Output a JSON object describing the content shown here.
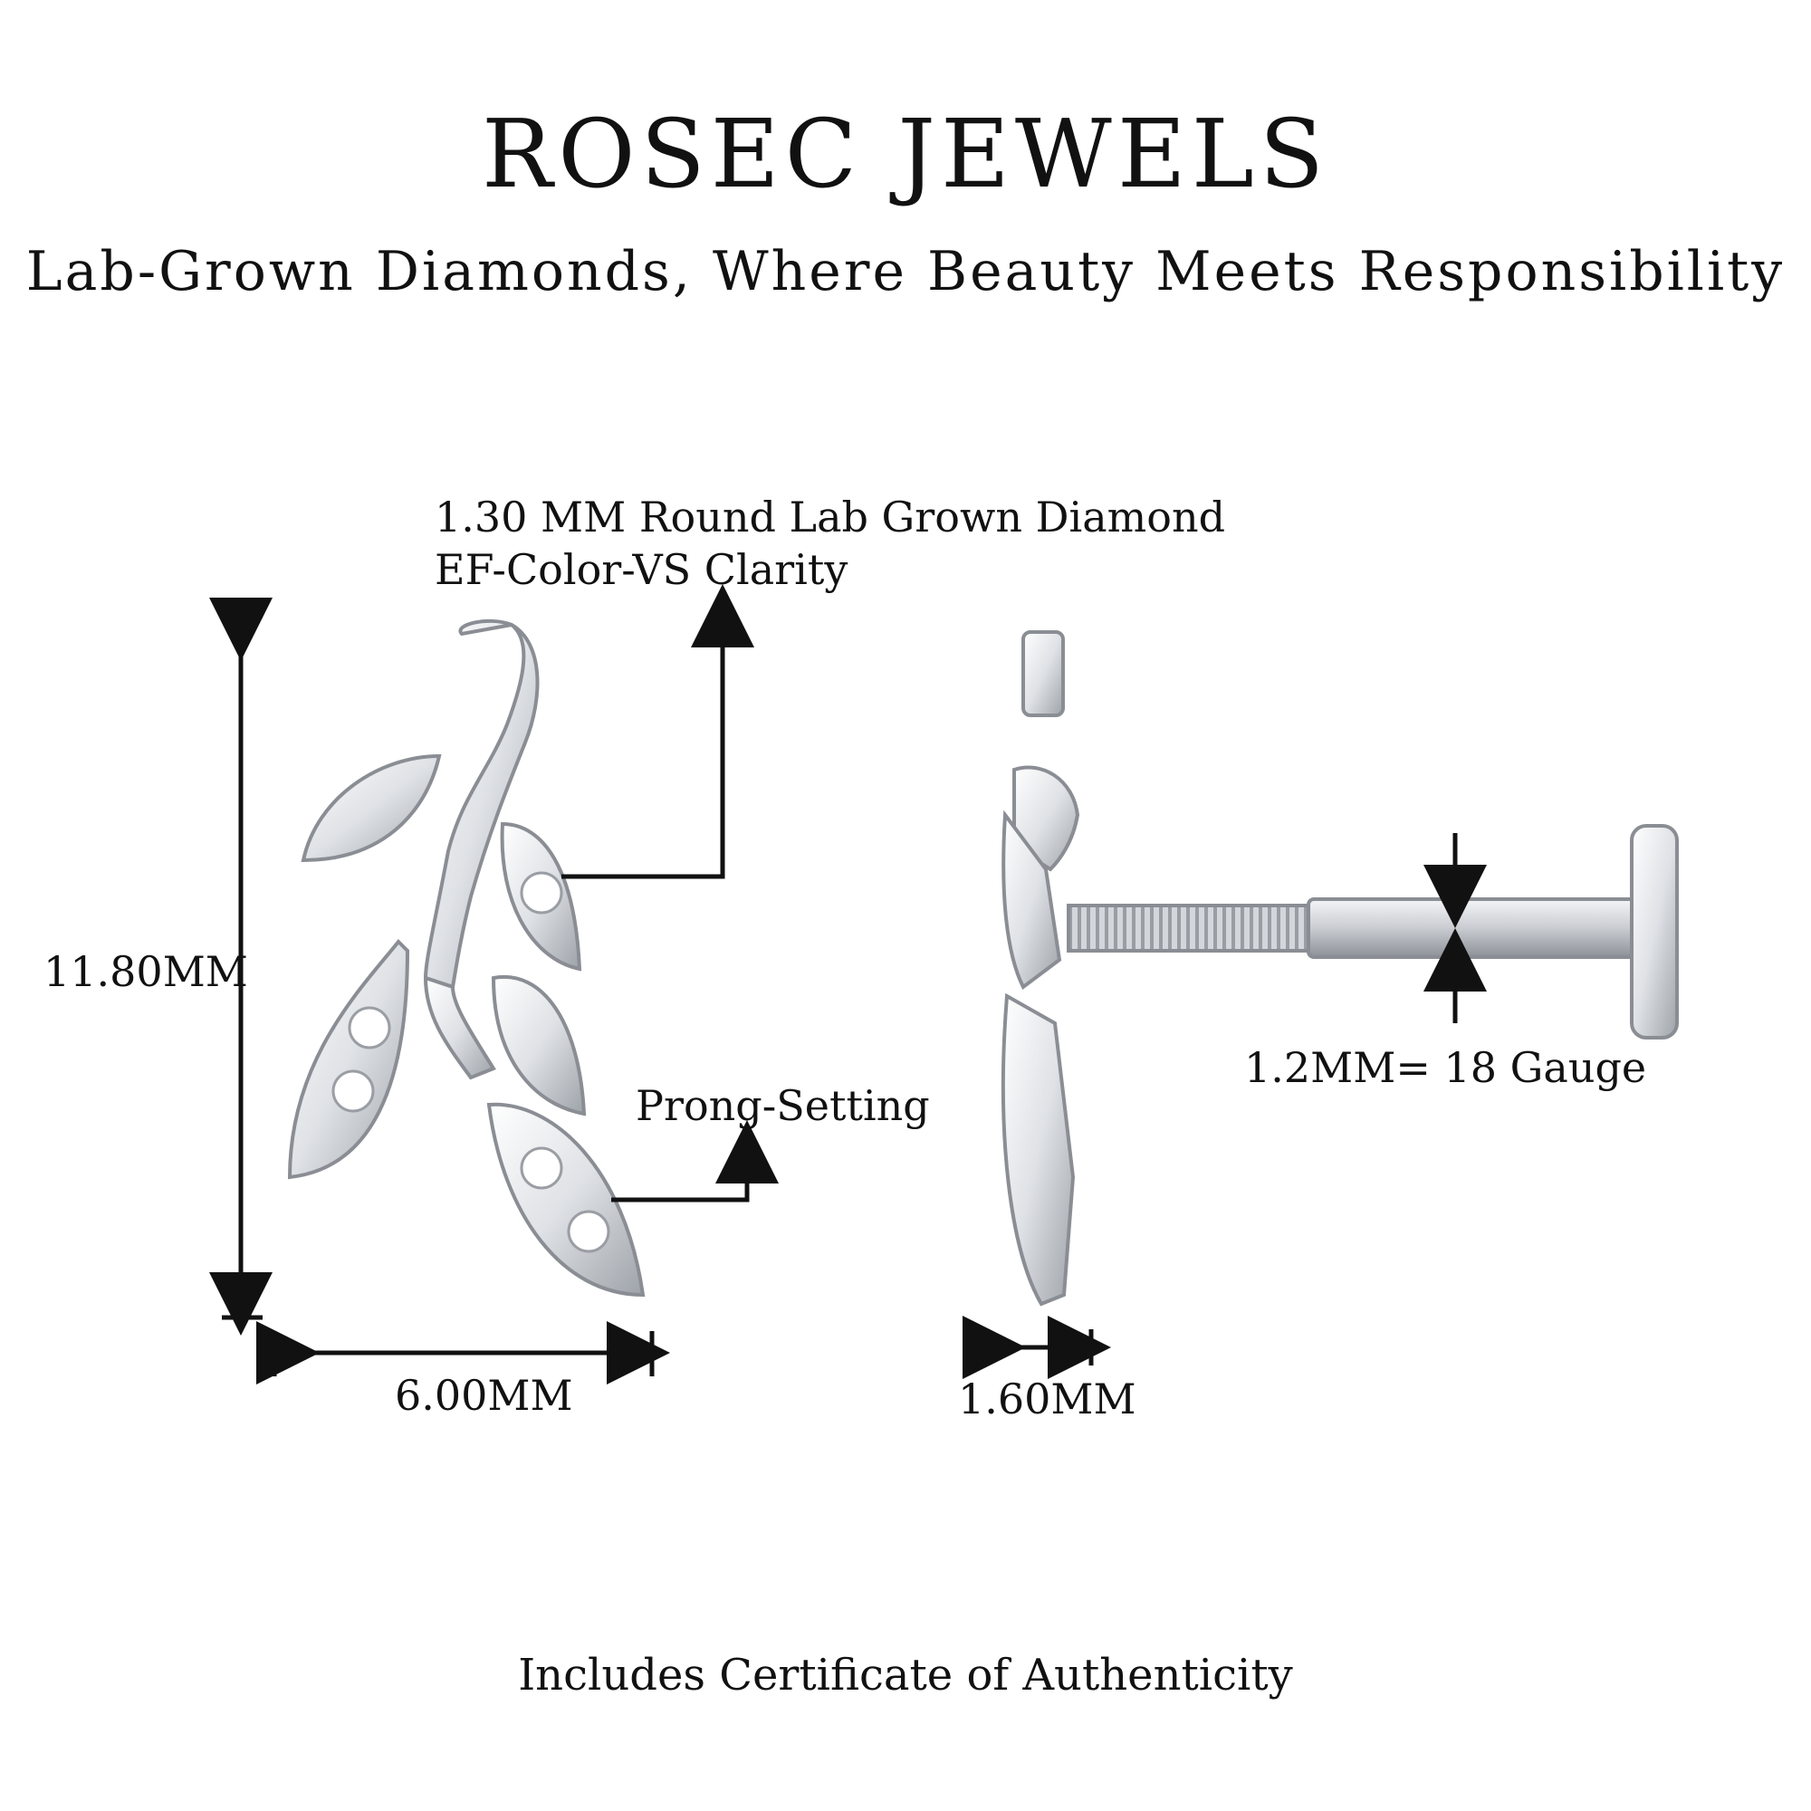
{
  "header": {
    "brand": "ROSEC JEWELS",
    "tagline": "Lab-Grown Diamonds, Where Beauty Meets Responsibility"
  },
  "callouts": {
    "diamond_line1": "1.30 MM Round Lab Grown Diamond",
    "diamond_line2": "EF-Color-VS Clarity",
    "setting": "Prong-Setting"
  },
  "dimensions": {
    "height": "11.80MM",
    "width": "6.00MM",
    "depth": "1.60MM",
    "gauge": "1.2MM=  18 Gauge"
  },
  "footer": {
    "certificate": "Includes Certificate of Authenticity"
  },
  "colors": {
    "metal": "#d9dce0",
    "metal_edge": "#8a8e94",
    "text": "#111111"
  }
}
